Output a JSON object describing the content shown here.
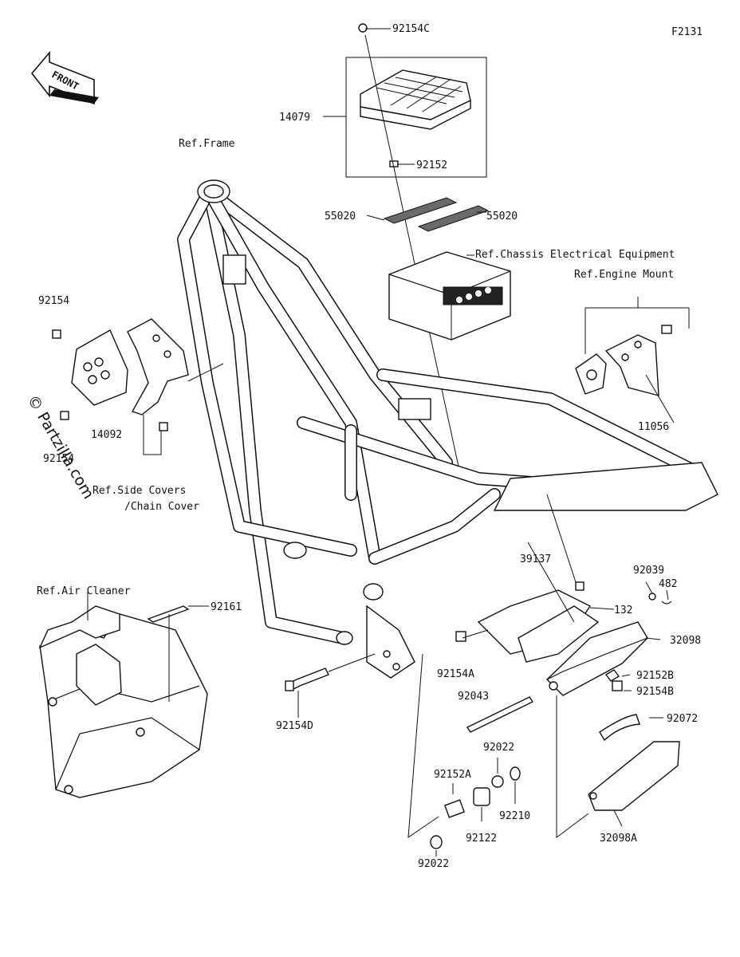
{
  "figure_id": "F2131",
  "front_arrow": "FRONT",
  "watermark": "© Partzilla.com",
  "labels": {
    "p92154C": "92154C",
    "p14079": "14079",
    "p92152": "92152",
    "p55020a": "55020",
    "p55020b": "55020",
    "ref_frame": "Ref.Frame",
    "ref_chassis": "Ref.Chassis Electrical Equipment",
    "ref_engine": "Ref.Engine Mount",
    "p92154": "92154",
    "p14092": "14092",
    "p92154_b": "92154",
    "ref_side_1": "Ref.Side Covers",
    "ref_side_2": "/Chain Cover",
    "p11056": "11056",
    "ref_air": "Ref.Air Cleaner",
    "p92161": "92161",
    "p39137": "39137",
    "p92039": "92039",
    "p482": "482",
    "p132": "132",
    "p32098": "32098",
    "p92154A": "92154A",
    "p92152B": "92152B",
    "p92154B": "92154B",
    "p92154D": "92154D",
    "p92043": "92043",
    "p92072": "92072",
    "p92022a": "92022",
    "p92152A": "92152A",
    "p92210": "92210",
    "p92122": "92122",
    "p32098A": "32098A",
    "p92022b": "92022"
  },
  "icons": [
    "front-arrow-icon",
    "copyright-icon"
  ]
}
